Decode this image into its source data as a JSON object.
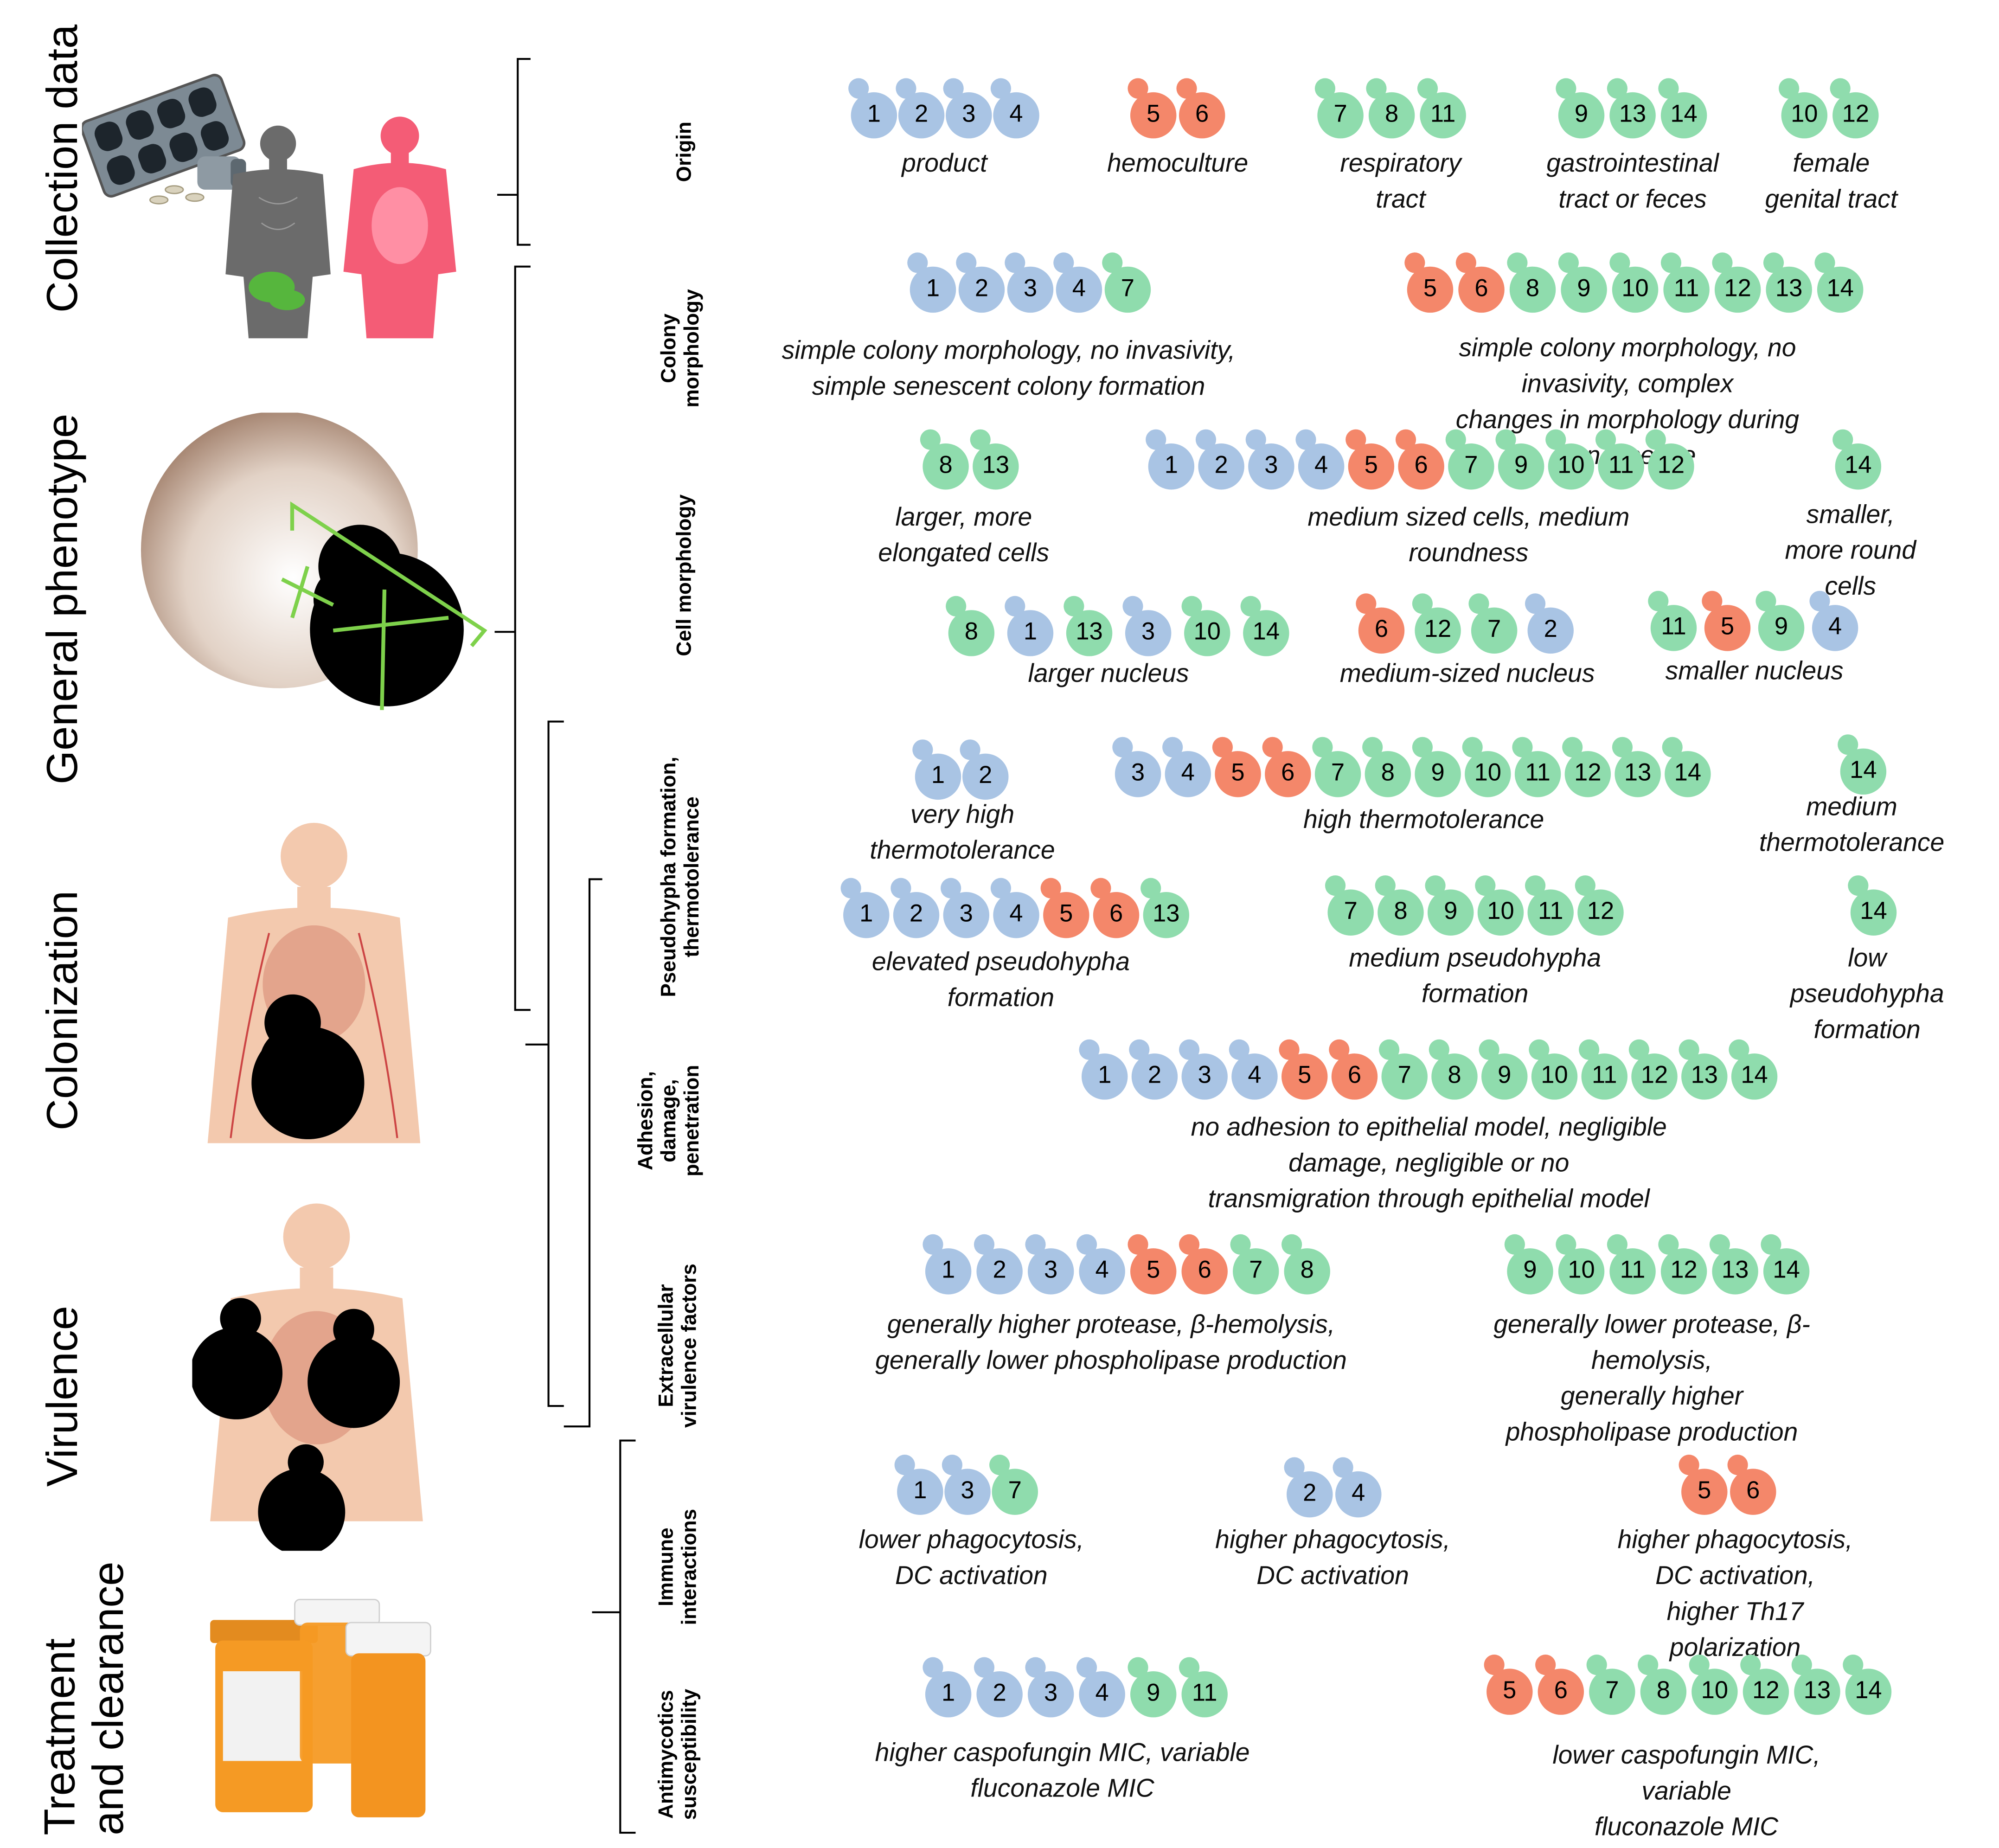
{
  "colors": {
    "product": "#a9c4e4",
    "clinical": "#f4876a",
    "other": "#8fdcad",
    "accent_green": "#7ed14b",
    "cell_black": "#000000"
  },
  "stages": [
    {
      "id": "collection",
      "label": "Collection data"
    },
    {
      "id": "phenotype",
      "label": "General phenotype"
    },
    {
      "id": "colonization",
      "label": "Colonization"
    },
    {
      "id": "virulence",
      "label": "Virulence"
    },
    {
      "id": "treatment",
      "label": "Treatment\nand clearance"
    }
  ],
  "illustrations": {
    "pills": "pill-blister-icon",
    "bodies": "human-anatomy-icon",
    "colony": "yeast-colony-icon",
    "pill_bottles": "pill-bottles-icon"
  },
  "row_labels": {
    "origin": "Origin",
    "colony": "Colony\nmorphology",
    "cell": "Cell morphology",
    "pseudo": "Pseudohypha formation,\nthermotolerance",
    "adhesion": "Adhesion,\ndamage,\npenetration",
    "extracellular": "Extracellular\nvirulence factors",
    "immune": "Immune\ninteractions",
    "antimycotics": "Antimycotics\nsusceptibility"
  },
  "groups": [
    {
      "id": "origin-product",
      "strains": [
        "1",
        "2",
        "3",
        "4"
      ],
      "caption": "product"
    },
    {
      "id": "origin-hemoculture",
      "strains": [
        "5",
        "6"
      ],
      "caption": "hemoculture"
    },
    {
      "id": "origin-respiratory",
      "strains": [
        "7",
        "8",
        "11"
      ],
      "caption": "respiratory\ntract"
    },
    {
      "id": "origin-gi",
      "strains": [
        "9",
        "13",
        "14"
      ],
      "caption": "gastrointestinal\ntract or feces"
    },
    {
      "id": "origin-female",
      "strains": [
        "10",
        "12"
      ],
      "caption": "female\ngenital tract"
    },
    {
      "id": "colony-simple",
      "strains": [
        "1",
        "2",
        "3",
        "4",
        "7"
      ],
      "caption": "simple colony morphology, no invasivity,\nsimple senescent colony formation"
    },
    {
      "id": "colony-complex",
      "strains": [
        "5",
        "6",
        "8",
        "9",
        "10",
        "11",
        "12",
        "13",
        "14"
      ],
      "caption": "simple colony morphology, no invasivity, complex\nchanges in morphology during senescence"
    },
    {
      "id": "cell-large",
      "strains": [
        "8",
        "13"
      ],
      "caption": "larger, more\nelongated cells"
    },
    {
      "id": "cell-medium",
      "strains": [
        "1",
        "2",
        "3",
        "4",
        "5",
        "6",
        "7",
        "9",
        "10",
        "11",
        "12"
      ],
      "caption": "medium sized cells, medium\nroundness"
    },
    {
      "id": "cell-small",
      "strains": [
        "14"
      ],
      "caption": "smaller, more round\ncells"
    },
    {
      "id": "nucleus-large",
      "strains": [
        "8",
        "1",
        "13",
        "3",
        "10",
        "14"
      ],
      "caption": "larger nucleus"
    },
    {
      "id": "nucleus-medium",
      "strains": [
        "6",
        "12",
        "7",
        "2"
      ],
      "caption": "medium-sized nucleus"
    },
    {
      "id": "nucleus-small",
      "strains": [
        "11",
        "5",
        "9",
        "4"
      ],
      "caption": "smaller nucleus"
    },
    {
      "id": "thermo-very-high",
      "strains": [
        "1",
        "2"
      ],
      "caption": "very high\nthermotolerance"
    },
    {
      "id": "thermo-high",
      "strains": [
        "3",
        "4",
        "5",
        "6",
        "7",
        "8",
        "9",
        "10",
        "11",
        "12",
        "13",
        "14"
      ],
      "caption": "high thermotolerance"
    },
    {
      "id": "thermo-medium",
      "strains": [
        "14"
      ],
      "caption": "medium\nthermotolerance"
    },
    {
      "id": "pseudo-elevated",
      "strains": [
        "1",
        "2",
        "3",
        "4",
        "5",
        "6",
        "13"
      ],
      "caption": "elevated pseudohypha\nformation"
    },
    {
      "id": "pseudo-medium",
      "strains": [
        "7",
        "8",
        "9",
        "10",
        "11",
        "12"
      ],
      "caption": "medium pseudohypha\nformation"
    },
    {
      "id": "pseudo-low",
      "strains": [
        "14"
      ],
      "caption": "low pseudohypha\nformation"
    },
    {
      "id": "adhesion-all",
      "strains": [
        "1",
        "2",
        "3",
        "4",
        "5",
        "6",
        "7",
        "8",
        "9",
        "10",
        "11",
        "12",
        "13",
        "14"
      ],
      "caption": "no adhesion to epithelial model, negligible damage, negligible or no\ntransmigration through epithelial model"
    },
    {
      "id": "extra-higher",
      "strains": [
        "1",
        "2",
        "3",
        "4",
        "5",
        "6",
        "7",
        "8"
      ],
      "caption": "generally higher protease, β-hemolysis,\ngenerally lower phospholipase production"
    },
    {
      "id": "extra-lower",
      "strains": [
        "9",
        "10",
        "11",
        "12",
        "13",
        "14"
      ],
      "caption": "generally lower protease, β-hemolysis,\ngenerally higher phospholipase production"
    },
    {
      "id": "immune-lower",
      "strains": [
        "1",
        "3",
        "7"
      ],
      "caption": "lower phagocytosis,\nDC activation"
    },
    {
      "id": "immune-higher",
      "strains": [
        "2",
        "4"
      ],
      "caption": "higher phagocytosis,\nDC activation"
    },
    {
      "id": "immune-th17",
      "strains": [
        "5",
        "6"
      ],
      "caption": "higher phagocytosis, DC activation,\nhigher Th17 polarization"
    },
    {
      "id": "anti-higher",
      "strains": [
        "1",
        "2",
        "3",
        "4",
        "9",
        "11"
      ],
      "caption": "higher caspofungin MIC, variable\nfluconazole MIC"
    },
    {
      "id": "anti-lower",
      "strains": [
        "5",
        "6",
        "7",
        "8",
        "10",
        "12",
        "13",
        "14"
      ],
      "caption": "lower caspofungin MIC, variable\nfluconazole MIC"
    }
  ]
}
